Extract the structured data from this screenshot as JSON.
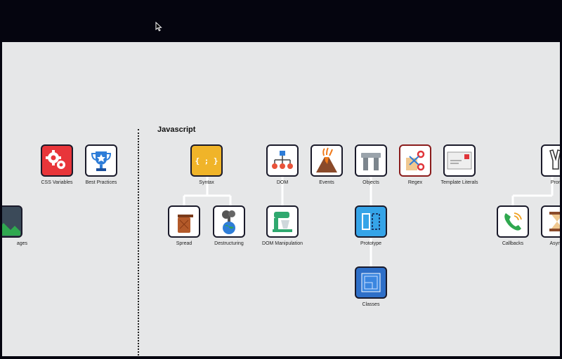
{
  "section": {
    "title": "Javascript"
  },
  "nodes": {
    "css_variables": "CSS Variables",
    "best_practices": "Best Practices",
    "images": "ages",
    "syntax": "Syntax",
    "dom": "DOM",
    "events": "Events",
    "objects": "Objects",
    "regex": "Regex",
    "template_literals": "Template Literals",
    "promises": "Promi",
    "spread": "Spread",
    "destructuring": "Destructuring",
    "dom_manipulation": "DOM Manipulation",
    "prototype": "Prototype",
    "callbacks": "Callbacks",
    "async": "Async/",
    "classes": "Classes"
  },
  "icons": {
    "syntax": "{ ; }"
  },
  "colors": {
    "background": "#e6e7e8",
    "frame": "#05050f",
    "tile_border": "#1a1a2a",
    "connector": "#ffffff",
    "syntax_tile": "#f0b429",
    "css_tile": "#e8353a",
    "prototype_tile": "#35a4e8"
  }
}
